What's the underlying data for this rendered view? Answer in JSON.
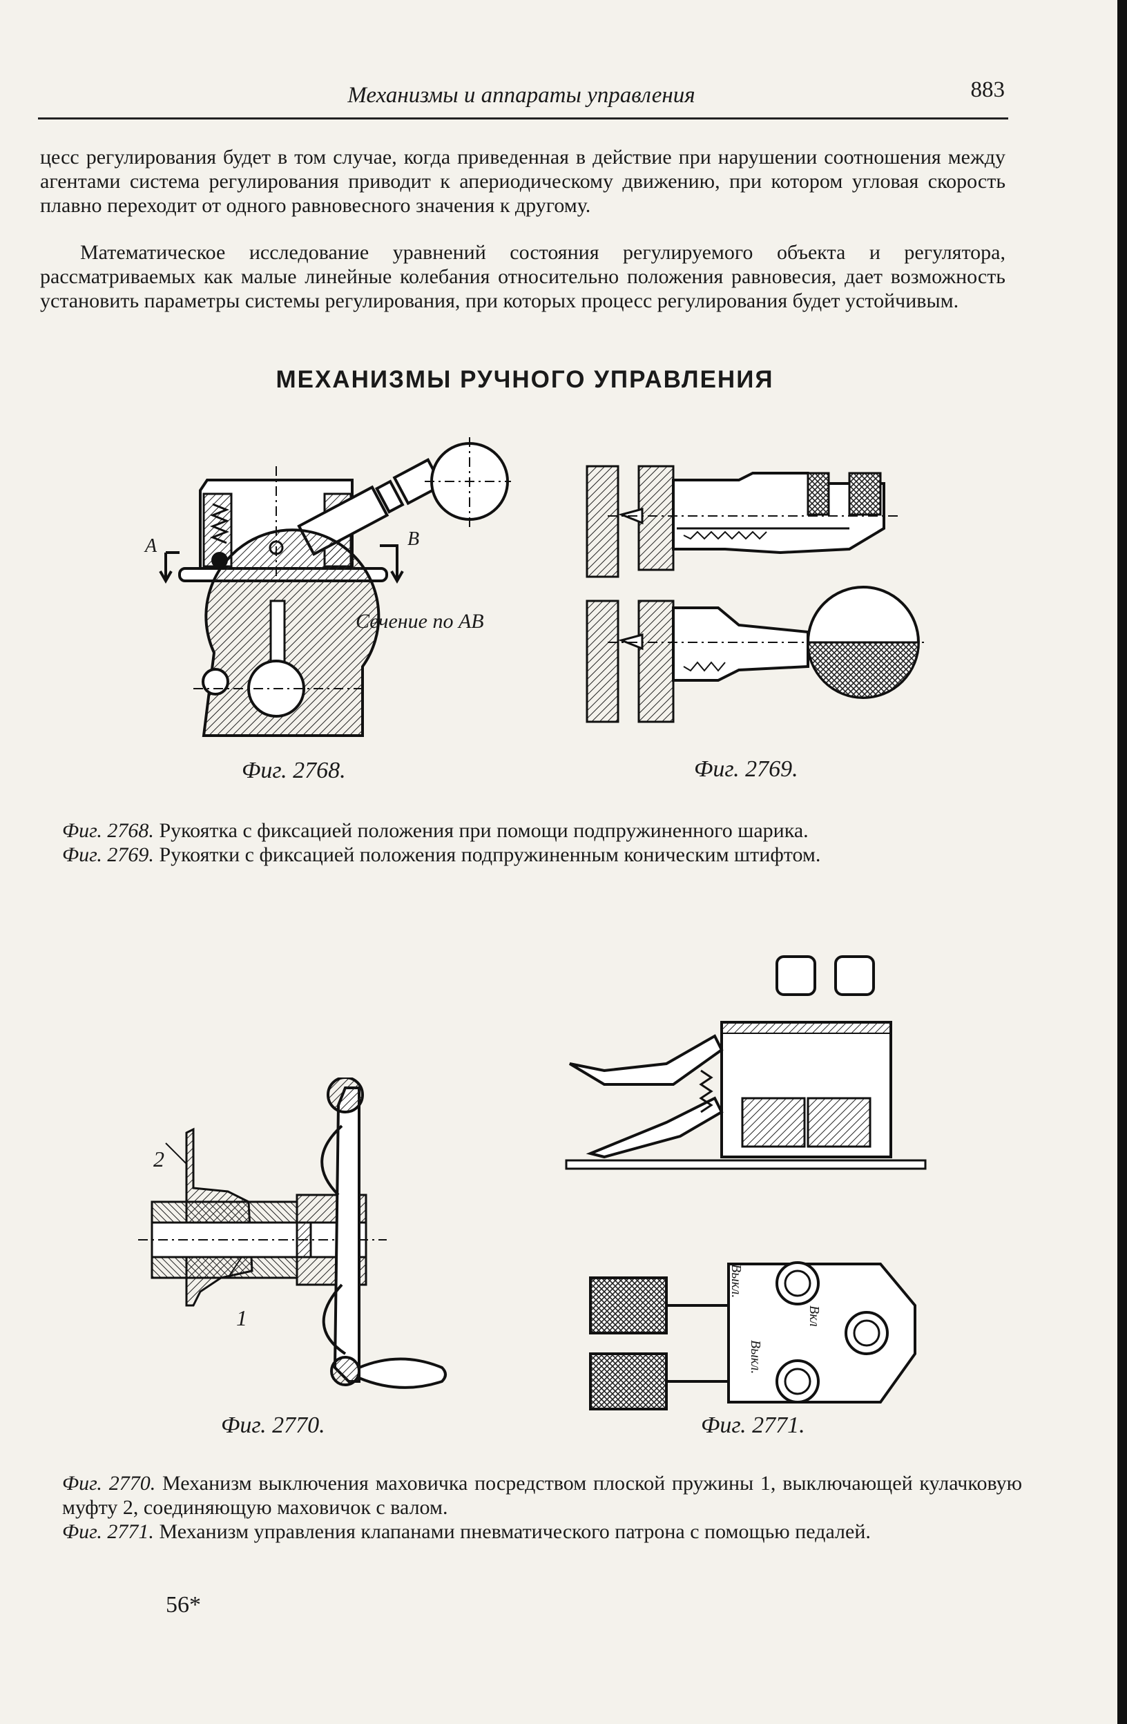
{
  "header": {
    "title": "Механизмы и аппараты управления",
    "page_number": "883"
  },
  "paragraphs": [
    "цесс регулирования будет в том случае, когда приведенная в действие при нарушении соотношения между агентами система регулирования приводит к апериодическому движению, при котором угловая скорость плавно переходит от одного равновесного значения к другому.",
    "Математическое исследование уравнений состояния регулируемого объекта и регулятора, рассматриваемых как малые линейные колебания относительно положения равновесия, дает возможность установить параметры системы регулирования, при которых процесс регулирования будет устойчивым."
  ],
  "section_heading": "МЕХАНИЗМЫ РУЧНОГО УПРАВЛЕНИЯ",
  "figures": {
    "f2768": {
      "label": "Фиг. 2768.",
      "mark_a": "А",
      "mark_b": "В",
      "section_label": "Сечение по АВ"
    },
    "f2769": {
      "label": "Фиг. 2769."
    },
    "f2770": {
      "label": "Фиг. 2770.",
      "mark_1": "1",
      "mark_2": "2"
    },
    "f2771": {
      "label": "Фиг. 2771.",
      "mark_off_1": "Выкл.",
      "mark_on": "Вкл",
      "mark_off_2": "Выкл."
    }
  },
  "captions_1": [
    {
      "num": "Фиг. 2768.",
      "text": " Рукоятка с фиксацией положения при помощи подпружиненного шарика."
    },
    {
      "num": "Фиг. 2769.",
      "text": " Рукоятки с фиксацией положения подпружиненным коническим штифтом."
    }
  ],
  "captions_2": [
    {
      "num": "Фиг. 2770.",
      "text": " Механизм выключения маховичка посредством плоской пружины 1, выключающей кулачковую муфту 2, соединяющую маховичок с валом."
    },
    {
      "num": "Фиг. 2771.",
      "text": " Механизм управления клапанами пневматического патрона с помощью педалей."
    }
  ],
  "footer": {
    "signature": "56*"
  }
}
